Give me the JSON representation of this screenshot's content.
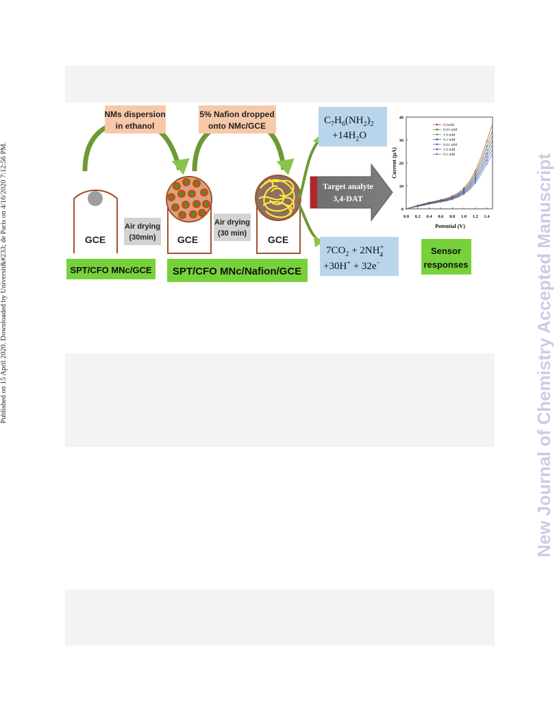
{
  "side_text": {
    "published": "Published on 15 April 2020. Downloaded by Universit&#233; de Paris on 4/16/2020 7:12:56 PM.",
    "watermark": "New Journal of Chemistry Accepted Manuscript"
  },
  "figure": {
    "step1_label": "NMs dispersion in ethanol",
    "step1_line1": "NMs dispersion",
    "step1_line2": "in ethanol",
    "step2_line1": "5% Nafion dropped",
    "step2_line2": "onto NMc/GCE",
    "air_drying_1_line1": "Air drying",
    "air_drying_1_line2": "(30min)",
    "air_drying_2_line1": "Air drying",
    "air_drying_2_line2": "(30 min)",
    "electrode_1": "GCE",
    "electrode_2": "GCE",
    "electrode_3": "GCE",
    "bottom_label_1": "SPT/CFO MNc/GCE",
    "bottom_label_2": "SPT/CFO MNc/Nafion/GCE",
    "arrow_line1": "Target analyte",
    "arrow_line2": "3,4-DAT",
    "sensor_line1": "Sensor",
    "sensor_line2": "responses",
    "reactant": {
      "a_pre": "C",
      "a_s1": "7",
      "a_mid": "H",
      "a_s2": "6",
      "a_rest": "(NH",
      "a_s3": "2",
      "a_close": ")",
      "a_s4": "2",
      "b": "+14H",
      "b_s": "2",
      "b_end": "O"
    },
    "product": {
      "a": "7CO",
      "a_s": "2",
      "a_mid": " + 2NH",
      "a_sup": "+",
      "a_sub": "4",
      "b": "+30H",
      "b_sup": "+",
      "b_mid": " + 32e",
      "b_sup2": "−"
    }
  },
  "chart_data": {
    "type": "line",
    "xlabel": "Potential (V)",
    "ylabel": "Current (μA)",
    "xlim": [
      0.0,
      1.5
    ],
    "ylim": [
      0,
      40
    ],
    "xticks": [
      "0.0",
      "0.2",
      "0.4",
      "0.6",
      "0.8",
      "1.0",
      "1.2",
      "1.4"
    ],
    "yticks": [
      "0",
      "10",
      "20",
      "30",
      "40"
    ],
    "legend_position": "top-left",
    "x": [
      0.0,
      0.1,
      0.2,
      0.3,
      0.4,
      0.5,
      0.6,
      0.7,
      0.8,
      0.9,
      1.0,
      1.1,
      1.2,
      1.3,
      1.4,
      1.5
    ],
    "series": [
      {
        "name": "0.1mM",
        "color": "#c0392b",
        "values": [
          0,
          0.8,
          1.5,
          2.2,
          2.8,
          3.3,
          3.9,
          4.6,
          5.6,
          7.0,
          9.0,
          12.0,
          16.5,
          22.5,
          29.5,
          37.0
        ]
      },
      {
        "name": "0.01 mM",
        "color": "#2e7d32",
        "values": [
          0,
          0.7,
          1.4,
          2.0,
          2.6,
          3.1,
          3.6,
          4.3,
          5.2,
          6.5,
          8.4,
          11.2,
          15.3,
          20.8,
          27.3,
          34.0
        ]
      },
      {
        "name": "1.0 mM",
        "color": "#6d8a3a",
        "values": [
          0,
          0.7,
          1.3,
          1.9,
          2.5,
          3.0,
          3.5,
          4.1,
          5.0,
          6.2,
          8.0,
          10.6,
          14.5,
          19.7,
          25.8,
          32.0
        ]
      },
      {
        "name": "0.1 mM",
        "color": "#3949ab",
        "values": [
          0,
          0.6,
          1.2,
          1.8,
          2.4,
          2.9,
          3.4,
          4.0,
          4.8,
          5.9,
          7.6,
          10.0,
          13.6,
          18.4,
          24.1,
          30.0
        ]
      },
      {
        "name": "0.01 mM",
        "color": "#8e44ad",
        "values": [
          0,
          0.6,
          1.2,
          1.7,
          2.3,
          2.8,
          3.3,
          3.8,
          4.6,
          5.6,
          7.2,
          9.4,
          12.8,
          17.2,
          22.6,
          28.0
        ]
      },
      {
        "name": "1.0 mM",
        "color": "#1565c0",
        "values": [
          0,
          0.5,
          1.1,
          1.6,
          2.2,
          2.7,
          3.1,
          3.6,
          4.4,
          5.3,
          6.8,
          8.9,
          12.0,
          16.2,
          21.1,
          26.0
        ]
      },
      {
        "name": "0.1 mM",
        "color": "#607d8b",
        "values": [
          0,
          0.5,
          1.0,
          1.5,
          2.1,
          2.5,
          3.0,
          3.4,
          4.1,
          5.0,
          6.4,
          8.3,
          11.2,
          15.0,
          19.6,
          24.0
        ]
      }
    ]
  }
}
